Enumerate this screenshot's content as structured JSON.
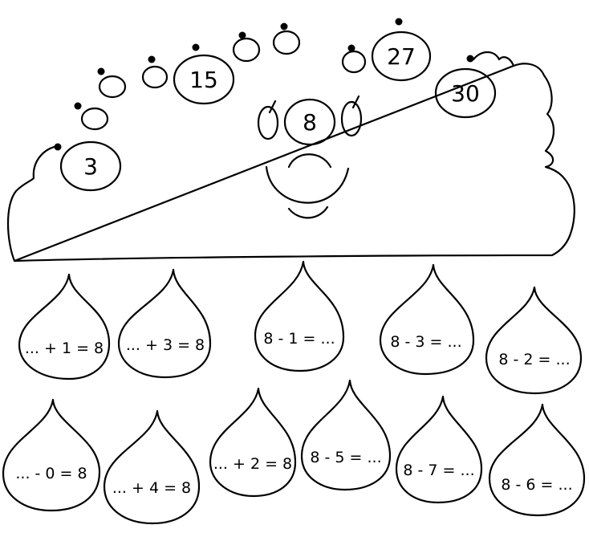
{
  "cloud_numbers": [
    "3",
    "15",
    "8",
    "27",
    "30"
  ],
  "drops": [
    "... + 1 = 8",
    "... + 3 = 8",
    "8 - 1 = ...",
    "8 - 3 = ...",
    "8 - 2 = ...",
    "... - 0 = 8",
    "... + 4 = 8",
    "... + 2 = 8",
    "8 - 5 = ...",
    "8 - 7 = ...",
    "8 - 6 = ..."
  ]
}
